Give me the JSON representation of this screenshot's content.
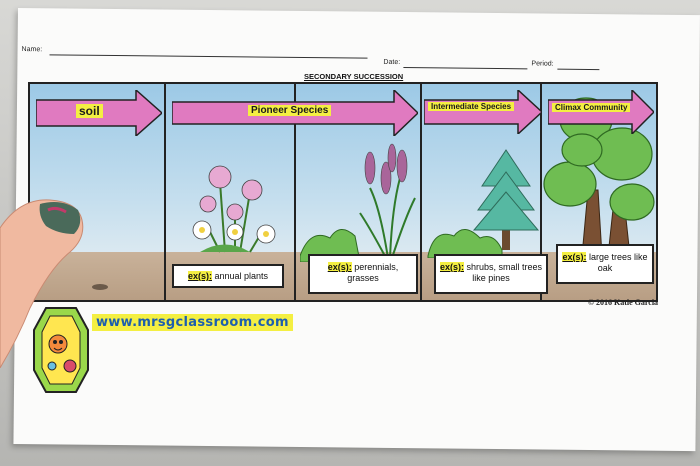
{
  "worksheet": {
    "name_label": "Name:",
    "date_label": "Date:",
    "period_label": "Period:",
    "title": "SECONDARY SUCCESSION"
  },
  "stages": [
    {
      "label": "soil",
      "example_prefix": "",
      "example_text": ""
    },
    {
      "label": "Pioneer Species",
      "example_prefix": "ex(s):",
      "example_text": "annual plants"
    },
    {
      "label": "Intermediate Species",
      "example_prefix": "ex(s):",
      "example_text": "perennials, grasses"
    },
    {
      "label": "Climax Community",
      "example_prefix": "ex(s):",
      "example_text": "shrubs, small trees like pines"
    },
    {
      "label": "",
      "example_prefix": "ex(s):",
      "example_text": "large trees like oak"
    }
  ],
  "copyright": "© 2016 Katie Garcia",
  "website": "www.mrsgclassroom.com",
  "colors": {
    "arrow": "#e07ac0",
    "highlight": "#f4ef42",
    "sky": "#b8d7ea",
    "soil": "#b89e84",
    "url_text": "#1d5fae"
  }
}
